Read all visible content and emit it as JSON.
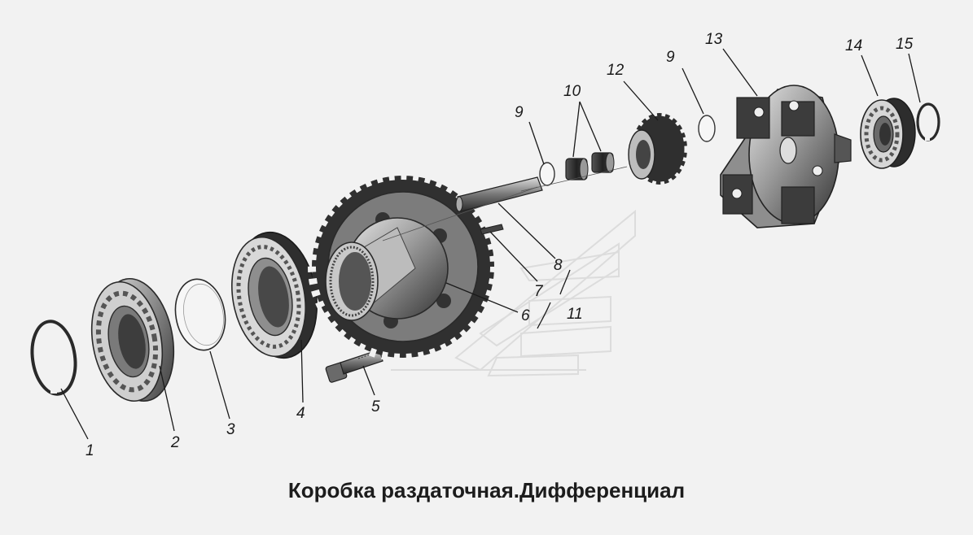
{
  "caption": "Коробка раздаточная.Дифференциал",
  "callouts": [
    "1",
    "2",
    "3",
    "4",
    "5",
    "6",
    "7",
    "8",
    "9",
    "9",
    "10",
    "11",
    "12",
    "13",
    "14",
    "15"
  ],
  "colors": {
    "ink": "#1a1a1a",
    "metal_dark": "#3a3a3a",
    "metal_mid": "#8c8c8c",
    "metal_light": "#d0d0d0",
    "paper": "#f2f2f2"
  }
}
